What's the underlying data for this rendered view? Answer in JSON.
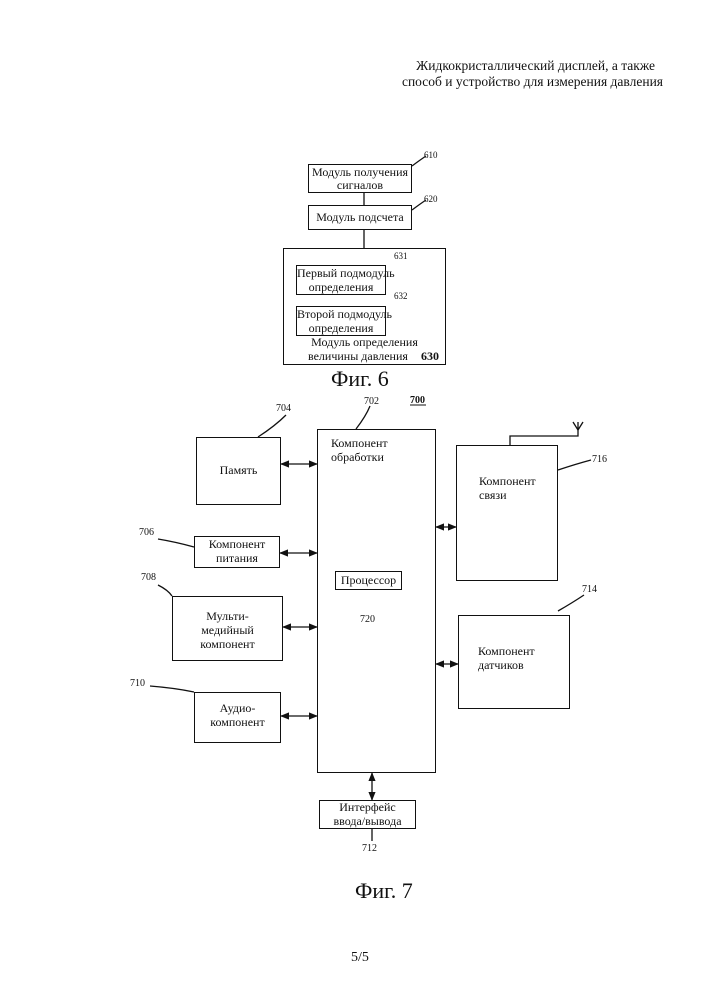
{
  "header": {
    "line1": "Жидкокристаллический дисплей, а также",
    "line2": "способ и устройство для измерения давления"
  },
  "fig6": {
    "b610": {
      "line1": "Модуль получения",
      "line2": "сигналов",
      "ref": "610"
    },
    "b620": {
      "line1": "Модуль подсчета",
      "ref": "620"
    },
    "b631": {
      "line1": "Первый подмодуль",
      "line2": "определения",
      "ref": "631"
    },
    "b632": {
      "line1": "Второй подмодуль",
      "line2": "определения",
      "ref": "632"
    },
    "b630": {
      "line1": "Модуль определения",
      "line2": "величины давления",
      "ref": "630"
    },
    "caption": "Фиг. 6"
  },
  "fig7": {
    "ref700": "700",
    "b702": {
      "line1": "Компонент",
      "line2": "обработки",
      "ref": "702"
    },
    "b704": {
      "line1": "Память",
      "ref": "704"
    },
    "b706": {
      "line1": "Компонент",
      "line2": "питания",
      "ref": "706"
    },
    "b708": {
      "line1": "Мульти-",
      "line2": "медийный",
      "line3": "компонент",
      "ref": "708"
    },
    "b710": {
      "line1": "Аудио-",
      "line2": "компонент",
      "ref": "710"
    },
    "b712": {
      "line1": "Интерфейс",
      "line2": "ввода/вывода",
      "ref": "712"
    },
    "b714": {
      "line1": "Компонент",
      "line2": "датчиков",
      "ref": "714"
    },
    "b716": {
      "line1": "Компонент",
      "line2": "связи",
      "ref": "716"
    },
    "b720": {
      "line1": "Процессор",
      "ref": "720"
    },
    "caption": "Фиг. 7"
  },
  "footer": {
    "page": "5/5"
  }
}
